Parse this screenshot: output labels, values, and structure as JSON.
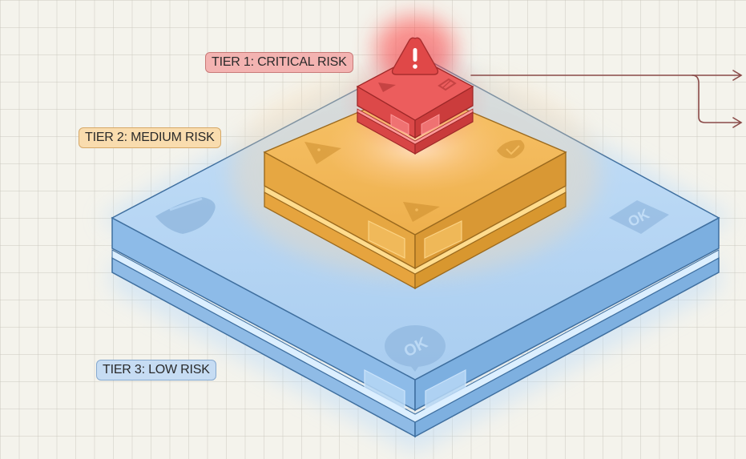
{
  "diagram": {
    "type": "isometric-tiered-stack",
    "tiers": [
      {
        "id": "tier-1",
        "label": "TIER 1: CRITICAL RISK",
        "level": "critical",
        "color": "#e05555",
        "icons": [
          "warning-triangle-icon",
          "warning-icon",
          "broken-shield-icon"
        ]
      },
      {
        "id": "tier-2",
        "label": "TIER 2: MEDIUM RISK",
        "level": "medium",
        "color": "#eeb04d",
        "icons": [
          "warning-icon",
          "warning-icon",
          "check-shield-icon"
        ]
      },
      {
        "id": "tier-3",
        "label": "TIER 3: LOW RISK",
        "level": "low",
        "color": "#a9cdf0",
        "icons": [
          "shield-icon",
          "ok-badge-icon",
          "ok-speech-bubble-icon"
        ]
      }
    ],
    "connectors": [
      {
        "from": "tier-1",
        "to": "right-output-1"
      },
      {
        "from": "tier-1",
        "to": "right-output-2"
      }
    ]
  },
  "colors": {
    "background": "#f4f3ec",
    "grid": "#d6d4c8",
    "critical": "#e05555",
    "critical_dark": "#b93a3a",
    "medium": "#eeb04d",
    "medium_dark": "#c98a2a",
    "low": "#a9cdf0",
    "low_dark": "#6a9ccd",
    "connector": "#8a4a48"
  },
  "icon_text": {
    "ok_badge": "OK",
    "ok_bubble": "OK",
    "warning_mark": "!"
  }
}
